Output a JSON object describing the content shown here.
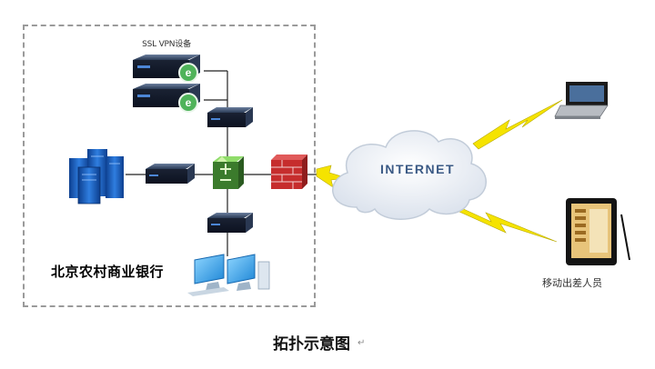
{
  "diagram": {
    "vpn_label": "SSL VPN设备",
    "bank_label": "北京农村商业银行",
    "internet_label": "INTERNET",
    "mobile_label": "移动出差人员",
    "caption": "拓扑示意图",
    "caption_mark": "↵"
  },
  "colors": {
    "device_dark": "#1f2a3c",
    "device_blue": "#2d4f86",
    "vpn_green": "#4fb35a",
    "firewall_red": "#c62d2d",
    "lightning_yellow": "#f5e300",
    "cloud_fill": "#eef2f8",
    "server_blue": "#1f62c4",
    "monitor_blue": "#34a6f0"
  },
  "icons": [
    "vpn-appliance-icon",
    "router-icon",
    "switch-icon",
    "firewall-icon",
    "server-cluster-icon",
    "workstation-icon",
    "cloud-icon",
    "laptop-icon",
    "tablet-icon",
    "lightning-icon"
  ]
}
